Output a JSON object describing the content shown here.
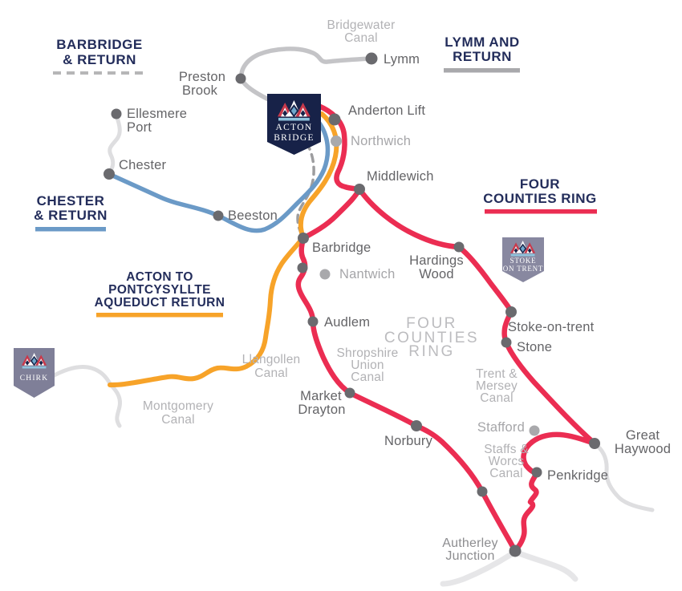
{
  "colors": {
    "red": "#EB2D52",
    "orange": "#F7A329",
    "blue": "#6B9AC7",
    "route_grey": "#C4C4C7",
    "route_light": "#DEDEE0",
    "tail_light": "#E6E6E8",
    "dash_grey": "#9D9D9F",
    "legend_navy": "#232D5B",
    "legend_bar_grey": "#A9A9AC",
    "badge_navy": "#172248",
    "badge_stoke": "#8888A0",
    "badge_chirk": "#7F7F98",
    "dot_dark": "#6A6A6E",
    "dot_grey": "#A9A9AC"
  },
  "legends": {
    "barbridge": {
      "line1": "BARBRIDGE",
      "line2": "& RETURN"
    },
    "lymm_return": {
      "line1": "LYMM AND",
      "line2": "RETURN"
    },
    "chester_return": {
      "line1": "CHESTER",
      "line2": "& RETURN"
    },
    "four_counties": {
      "line1": "FOUR",
      "line2": "COUNTIES RING"
    },
    "acton_pontcysyllte": {
      "line1": "ACTON TO",
      "line2": "PONTCYSYLLTE",
      "line3": "AQUEDUCT RETURN"
    }
  },
  "badges": {
    "acton_bridge": {
      "line1": "ACTON",
      "line2": "BRIDGE"
    },
    "stoke_on_trent": {
      "line1": "STOKE",
      "line2": "ON TRENT"
    },
    "chirk": {
      "line1": "CHIRK"
    }
  },
  "places": {
    "lymm": {
      "label": "Lymm"
    },
    "preston_brook": {
      "line1": "Preston",
      "line2": "Brook"
    },
    "ellesmere_port": {
      "line1": "Ellesmere",
      "line2": "Port"
    },
    "anderton_lift": {
      "label": "Anderton Lift"
    },
    "northwich": {
      "label": "Northwich"
    },
    "chester": {
      "label": "Chester"
    },
    "middlewich": {
      "label": "Middlewich"
    },
    "beeston": {
      "label": "Beeston"
    },
    "barbridge": {
      "label": "Barbridge"
    },
    "nantwich": {
      "label": "Nantwich"
    },
    "hardings_wood": {
      "line1": "Hardings",
      "line2": "Wood"
    },
    "stoke_on_trent": {
      "label": "Stoke-on-trent"
    },
    "stone": {
      "label": "Stone"
    },
    "audlem": {
      "label": "Audlem"
    },
    "market_drayton": {
      "line1": "Market",
      "line2": "Drayton"
    },
    "norbury": {
      "label": "Norbury"
    },
    "stafford": {
      "label": "Stafford"
    },
    "great_haywood": {
      "line1": "Great",
      "line2": "Haywood"
    },
    "penkridge": {
      "label": "Penkridge"
    },
    "autherley_junction": {
      "line1": "Autherley",
      "line2": "Junction"
    }
  },
  "canals": {
    "bridgewater": {
      "line1": "Bridgewater",
      "line2": "Canal"
    },
    "llangollen": {
      "line1": "Llangollen",
      "line2": "Canal"
    },
    "montgomery": {
      "line1": "Montgomery",
      "line2": "Canal"
    },
    "shropshire_union": {
      "line1": "Shropshire",
      "line2": "Union",
      "line3": "Canal"
    },
    "trent_mersey": {
      "line1": "Trent &",
      "line2": "Mersey",
      "line3": "Canal"
    },
    "staffs_worcs": {
      "line1": "Staffs &",
      "line2": "Worcs",
      "line3": "Canal"
    }
  },
  "watermark": {
    "line1": "FOUR",
    "line2": "COUNTIES",
    "line3": "RING"
  }
}
